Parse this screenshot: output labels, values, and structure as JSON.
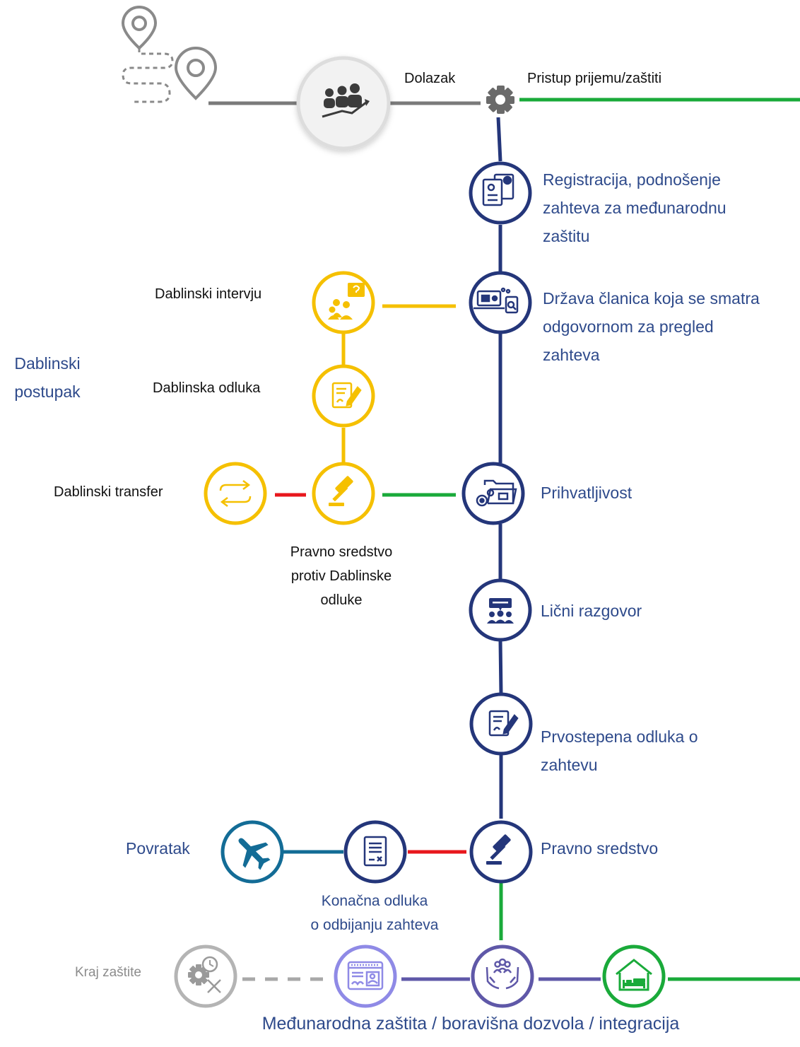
{
  "colors": {
    "navy": "#24367a",
    "gold": "#f5c000",
    "green": "#1aaa3a",
    "red": "#e8171d",
    "gray": "#7a7a7a",
    "teal": "#136c96",
    "purple": "#5f58a8",
    "lavender": "#8f8ae6",
    "light_gray": "#b4b4b4"
  },
  "labels": {
    "arrival": "Dolazak",
    "access": "Pristup prijemu/zaštiti",
    "registration": [
      "Registracija, podnošenje",
      "zahteva za međunarodnu",
      "zaštitu"
    ],
    "responsible_state": [
      "Država članica koja se smatra",
      "odgovornom za pregled",
      "zahteva"
    ],
    "dublin_procedure": [
      "Dablinski",
      "postupak"
    ],
    "dublin_interview": "Dablinski intervju",
    "dublin_decision": "Dablinska odluka",
    "dublin_transfer": "Dablinski transfer",
    "dublin_appeal": [
      "Pravno sredstvo",
      "protiv Dablinske",
      "odluke"
    ],
    "admissibility": "Prihvatljivost",
    "personal_interview": "Lični razgovor",
    "first_instance": [
      "Prvostepena odluka o",
      "zahtevu"
    ],
    "appeal": "Pravno sredstvo",
    "return": "Povratak",
    "final_rejection": [
      "Konačna odluka",
      "o odbijanju zahteva"
    ],
    "end_protection": "Kraj zaštite",
    "outcome": "Međunarodna zaštita / boravišna dozvola / integracija"
  }
}
